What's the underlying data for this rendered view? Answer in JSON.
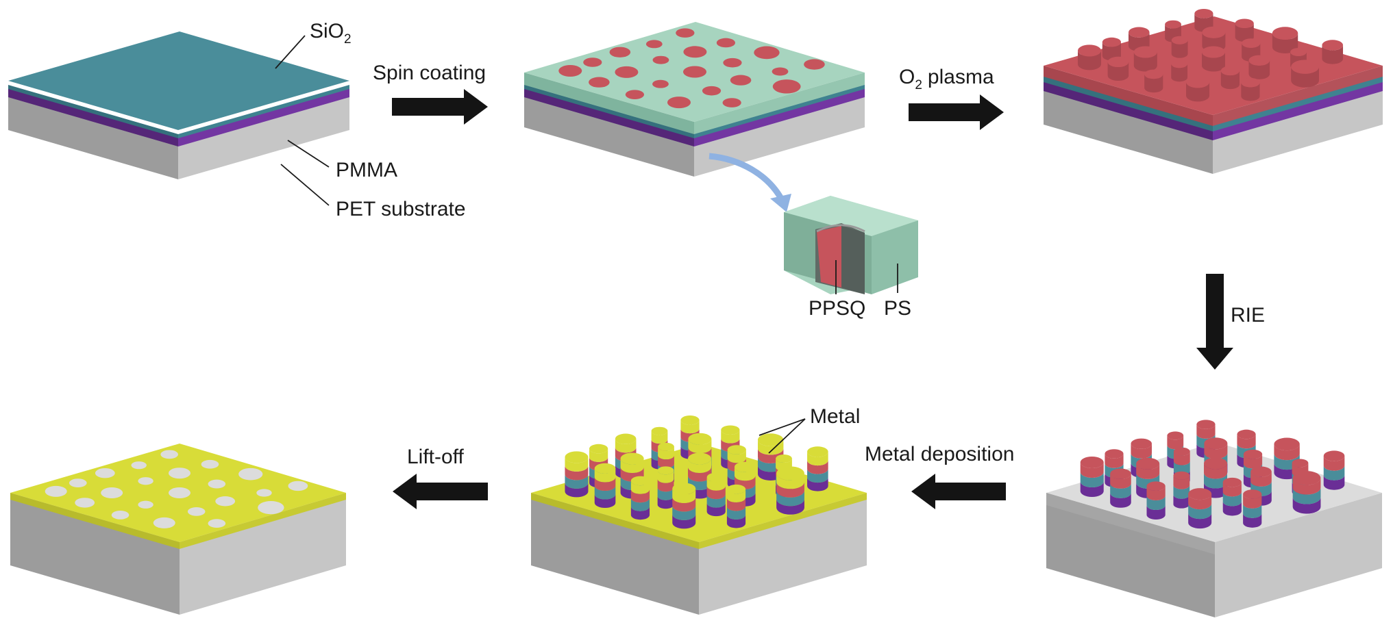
{
  "labels": {
    "sio2": "SiO",
    "sio2_sub": "2",
    "pmma": "PMMA",
    "pet_substrate": "PET substrate",
    "spin_coating": "Spin coating",
    "o2": "O",
    "o2_sub": "2",
    "plasma": "plasma",
    "ppsq": "PPSQ",
    "ps": "PS",
    "rie": "RIE",
    "metal": "Metal",
    "metal_deposition": "Metal deposition",
    "lift_off": "Lift-off"
  },
  "colors": {
    "sio2": "#4a8d9a",
    "pmma": "#6a2e96",
    "pet": "#bdbdbd",
    "ps": "#a7d4bf",
    "ppsq": "#c6545c",
    "metal": "#d8dc38",
    "arrow": "#141414",
    "curved_arrow": "#8fb2e2"
  }
}
